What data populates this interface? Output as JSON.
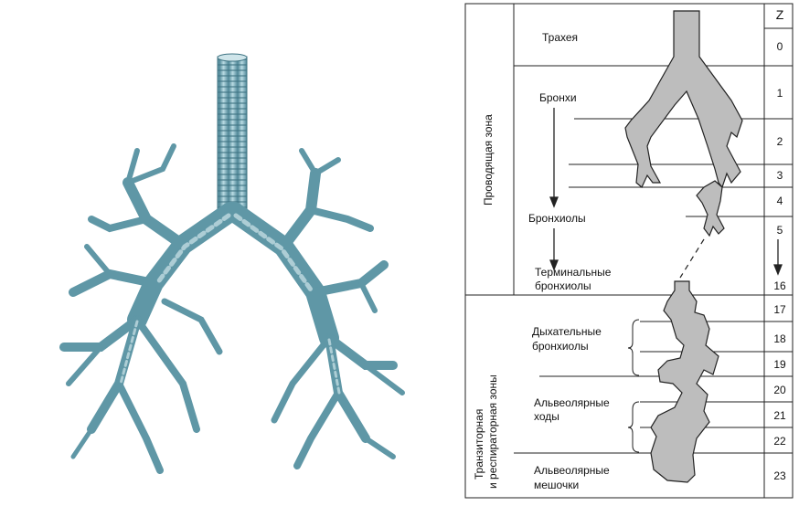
{
  "diagram": {
    "z_header": "Z",
    "zones": {
      "conducting": "Проводящая зона",
      "transitional_line1": "Транзиторная",
      "transitional_line2": "и респираторная зоны"
    },
    "labels": {
      "trachea": "Трахея",
      "bronchi": "Бронхи",
      "bronchioles": "Бронхиолы",
      "terminal_line1": "Терминальные",
      "terminal_line2": "бронхиолы",
      "respiratory_line1": "Дыхательные",
      "respiratory_line2": "бронхиолы",
      "alveolar_ducts_line1": "Альвеолярные",
      "alveolar_ducts_line2": "ходы",
      "alveolar_sacs_line1": "Альвеолярные",
      "alveolar_sacs_line2": "мешочки"
    },
    "z_numbers": [
      "0",
      "1",
      "2",
      "3",
      "4",
      "5",
      "16",
      "17",
      "18",
      "19",
      "20",
      "21",
      "22",
      "23"
    ]
  },
  "colors": {
    "bronchial_tree": "#7fb3c1",
    "bronchial_dark": "#4f8797",
    "bronchial_light": "#cfe5ea",
    "line": "#222222"
  }
}
